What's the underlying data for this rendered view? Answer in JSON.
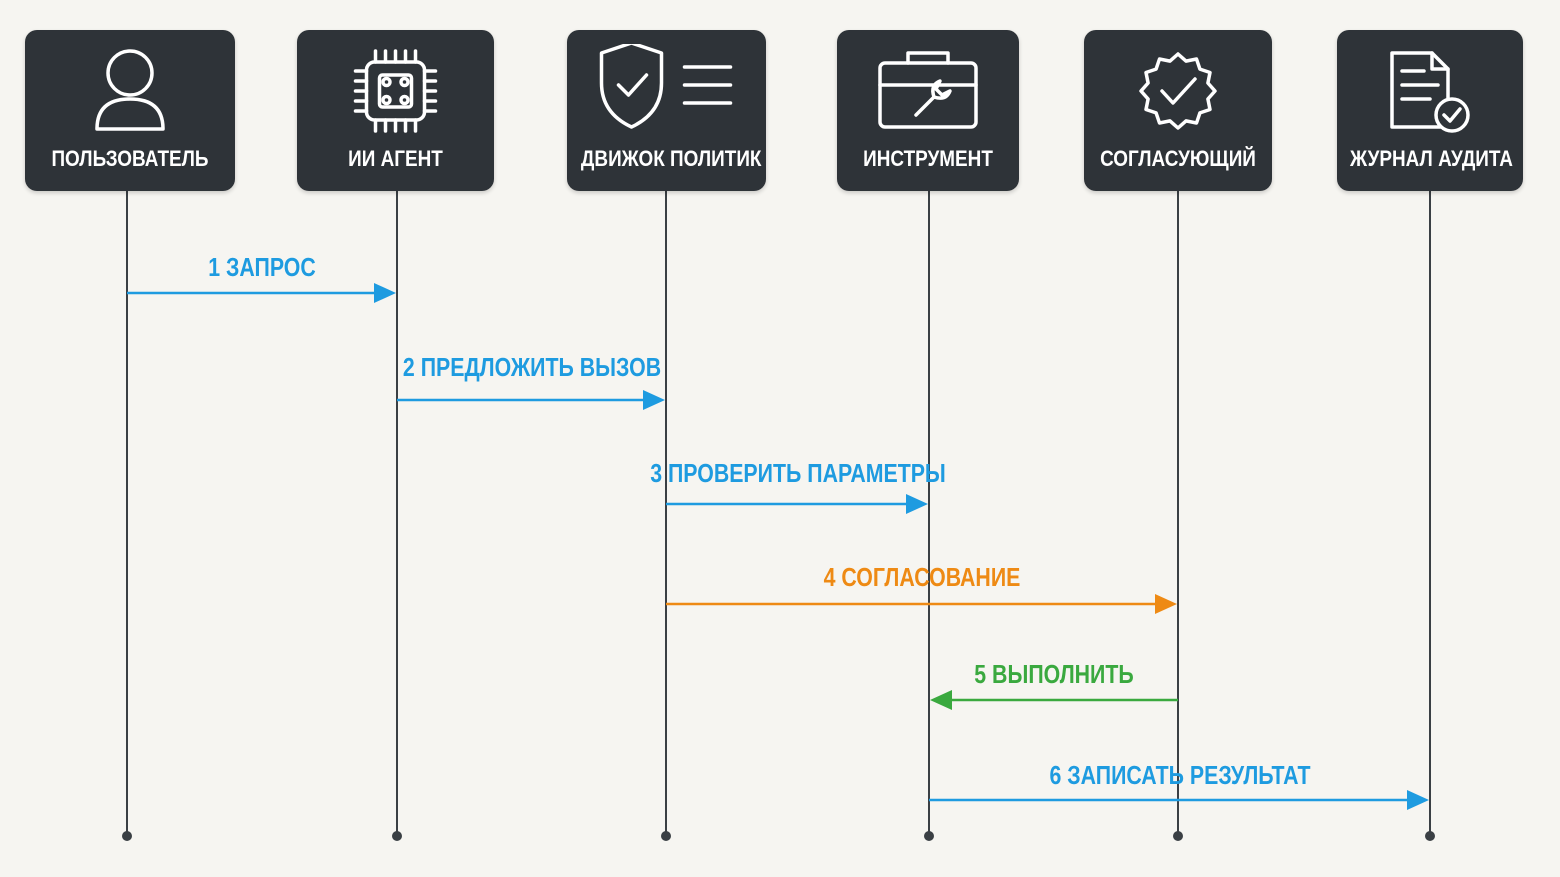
{
  "actors": [
    {
      "label": "ПОЛЬЗОВАТЕЛЬ",
      "icon": "user-icon"
    },
    {
      "label": "ИИ АГЕНТ",
      "icon": "chip-icon"
    },
    {
      "label": "ДВИЖОК ПОЛИТИК",
      "icon": "shield-check-icon"
    },
    {
      "label": "ИНСТРУМЕНТ",
      "icon": "toolbox-wrench-icon"
    },
    {
      "label": "СОГЛАСУЮЩИЙ",
      "icon": "badge-check-icon"
    },
    {
      "label": "ЖУРНАЛ АУДИТА",
      "icon": "document-check-icon"
    }
  ],
  "messages": [
    {
      "label": "1 ЗАПРОС",
      "from": 0,
      "to": 1,
      "color": "#1e9be0"
    },
    {
      "label": "2 ПРЕДЛОЖИТЬ ВЫЗОВ",
      "from": 1,
      "to": 2,
      "color": "#1e9be0"
    },
    {
      "label": "3 ПРОВЕРИТЬ ПАРАМЕТРЫ",
      "from": 2,
      "to": 3,
      "color": "#1e9be0"
    },
    {
      "label": "4 СОГЛАСОВАНИЕ",
      "from": 2,
      "to": 4,
      "color": "#ee8a14"
    },
    {
      "label": "5 ВЫПОЛНИТЬ",
      "from": 4,
      "to": 3,
      "color": "#3aa93f"
    },
    {
      "label": "6 ЗАПИСАТЬ РЕЗУЛЬТАТ",
      "from": 3,
      "to": 5,
      "color": "#1e9be0"
    }
  ],
  "colors": {
    "actor_box": "#2e3338",
    "lifeline": "#3a3f44",
    "background": "#f6f5f1"
  }
}
